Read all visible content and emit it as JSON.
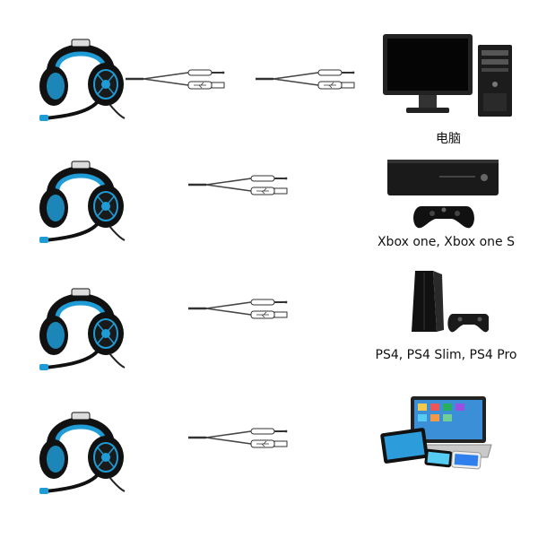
{
  "colors": {
    "background": "#ffffff",
    "headset_body": "#111111",
    "headset_accent": "#1f9bd6",
    "cable": "#444444",
    "caption": "#111111"
  },
  "rows": [
    {
      "headset_icon": "gaming-headset-icon",
      "cable_icon": "dual-3.5mm-and-usb-cable-icon",
      "device_icon": "desktop-pc-icon",
      "caption": "电脑"
    },
    {
      "headset_icon": "gaming-headset-icon",
      "cable_icon": "3.5mm-and-usb-cable-icon",
      "device_icon": "xbox-console-icon",
      "caption": "Xbox one, Xbox one S"
    },
    {
      "headset_icon": "gaming-headset-icon",
      "cable_icon": "3.5mm-and-usb-cable-icon",
      "device_icon": "ps4-console-icon",
      "caption": "PS4, PS4 Slim, PS4 Pro"
    },
    {
      "headset_icon": "gaming-headset-icon",
      "cable_icon": "3.5mm-and-usb-cable-icon",
      "device_icon": "laptop-tablet-phone-icon",
      "caption": ""
    }
  ]
}
